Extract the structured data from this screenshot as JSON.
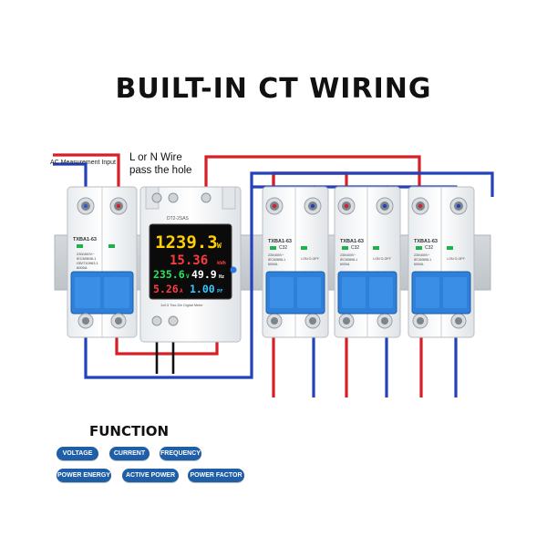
{
  "title": "BUILT-IN CT WIRING",
  "ac_label": "AC Measurement Input",
  "ln_label_1": "L or N Wire",
  "ln_label_2": "pass the hole",
  "meter": {
    "model": "DT2-2SAS",
    "readings": {
      "power": "1239.3",
      "power_unit": "W",
      "energy": "15.36",
      "energy_unit": "kWh",
      "voltage": "235.6",
      "voltage_unit": "V",
      "frequency": "49.9",
      "frequency_unit": "Hz",
      "current": "5.26",
      "current_unit": "A",
      "pf": "1.00",
      "pf_unit": "PF"
    },
    "footer": "1x0.5 Two-Din Digital Meter"
  },
  "breaker": {
    "model": "TXBA1-63",
    "rating": "C32",
    "spec1": "230/400V~",
    "spec2": "IEC60898-1",
    "spec3": "GB/T10963.1",
    "spec4": "6000A",
    "on_off": "I-ON O-OFF"
  },
  "function": {
    "title": "FUNCTION",
    "items": [
      "VOLTAGE",
      "CURRENT",
      "FREQUENCY",
      "POWER ENERGY",
      "ACTIVE POWER",
      "POWER FACTOR"
    ]
  },
  "colors": {
    "wire_red": "#d62027",
    "wire_blue": "#2442b8",
    "breaker_blue": "#2f80d8",
    "pill_blue": "#1f5fa8",
    "lcd_yellow": "#ffd000",
    "lcd_red": "#ff3b3b",
    "lcd_green": "#2be35a",
    "lcd_cyan": "#35c8ff"
  }
}
